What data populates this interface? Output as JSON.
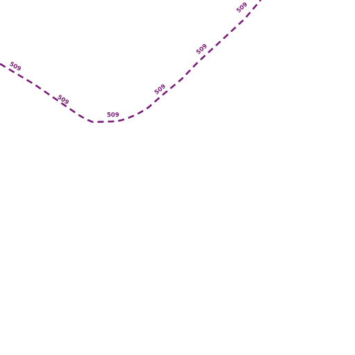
{
  "map": {
    "route": {
      "ref": "509",
      "color": "#7a1a78",
      "line_style": "dashed",
      "labels": [
        "509",
        "509",
        "509",
        "509",
        "509",
        "509"
      ]
    },
    "background_color": "#ffffff"
  }
}
